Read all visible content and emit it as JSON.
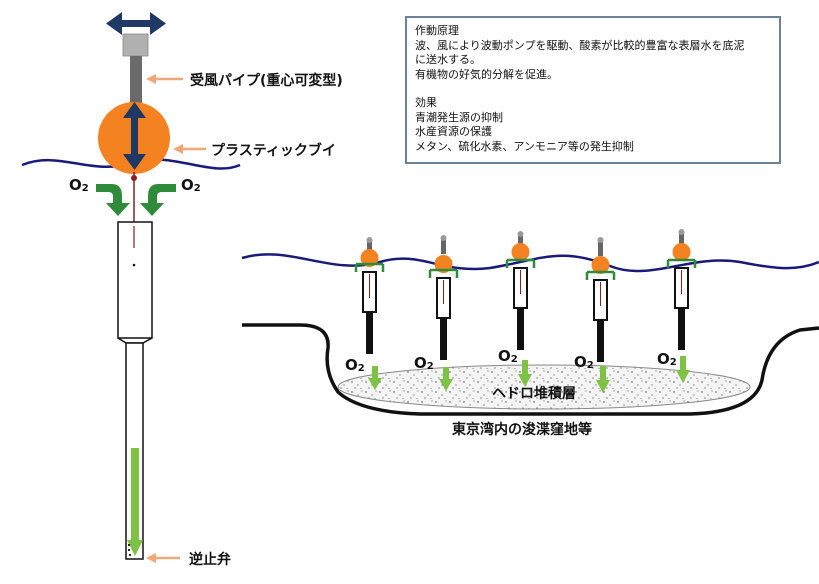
{
  "labels": {
    "pipe": "受風パイプ(重心可変型)",
    "buoy": "プラスティックブイ",
    "valve": "逆止弁",
    "sediment": "ヘドロ堆積層",
    "basin": "東京湾内の浚渫窪地等"
  },
  "o2": {
    "base": "O",
    "sub": "2"
  },
  "info": {
    "principle_title": "作動原理",
    "principle_line1": "波、風により波動ポンプを駆動、酸素が比較的豊富な表層水を底泥",
    "principle_line2": "に送水する。",
    "principle_line3": "有機物の好気的分解を促進。",
    "effect_title": "効果",
    "effect_1": "青潮発生源の抑制",
    "effect_2": "水産資源の保護",
    "effect_3": "メタン、硫化水素、アンモニア等の発生抑制"
  },
  "colors": {
    "water": "#1a1a7a",
    "buoy": "#f58220",
    "arrow_green": "#2e8b3a",
    "light_green": "#7dc242",
    "navy": "#1f3864",
    "pointer": "#f0a878",
    "pipe_gray": "#6a6a6a"
  }
}
